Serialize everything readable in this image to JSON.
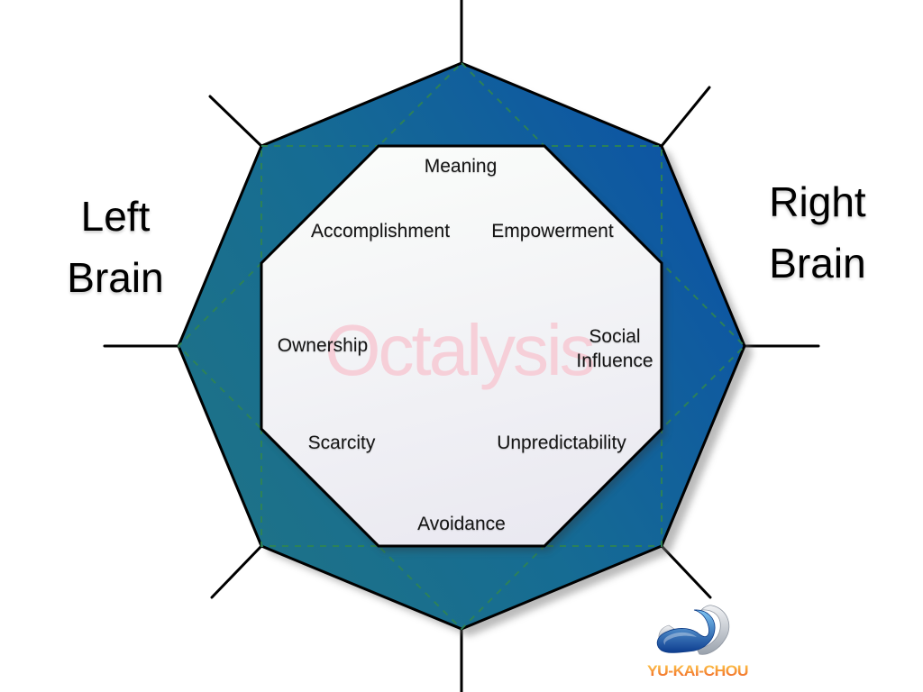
{
  "sides": {
    "left": {
      "line1": "Left",
      "line2": "Brain"
    },
    "right": {
      "line1": "Right",
      "line2": "Brain"
    }
  },
  "core_drives": {
    "meaning": "Meaning",
    "accomplishment": "Accomplishment",
    "empowerment": "Empowerment",
    "ownership": "Ownership",
    "social_influence_line1": "Social",
    "social_influence_line2": "Influence",
    "scarcity": "Scarcity",
    "unpredictability": "Unpredictability",
    "avoidance": "Avoidance"
  },
  "watermark": {
    "text": "Octalysis"
  },
  "logo": {
    "text": "YU-KAI-CHOU",
    "mark": "yu-kai-chou-ribbon-logo"
  },
  "colors": {
    "octagon_gradient_teal": "#1F7386",
    "octagon_gradient_mid": "#166C93",
    "octagon_gradient_blue": "#0C52A6",
    "dashed_line_green": "#2E8355",
    "inner_octagon_top": "#FAFCFA",
    "inner_octagon_bottom": "#EAE9F1",
    "outline_black": "#000000",
    "watermark_pink": "#F6CFD8",
    "logo_orange_top": "#FFD54F",
    "logo_orange_bottom": "#EF5A23",
    "logo_blue_light": "#7EC4F2",
    "logo_blue_dark": "#0D3D8F",
    "logo_silver_light": "#F2F3F5",
    "logo_silver_dark": "#9AA2AD"
  }
}
